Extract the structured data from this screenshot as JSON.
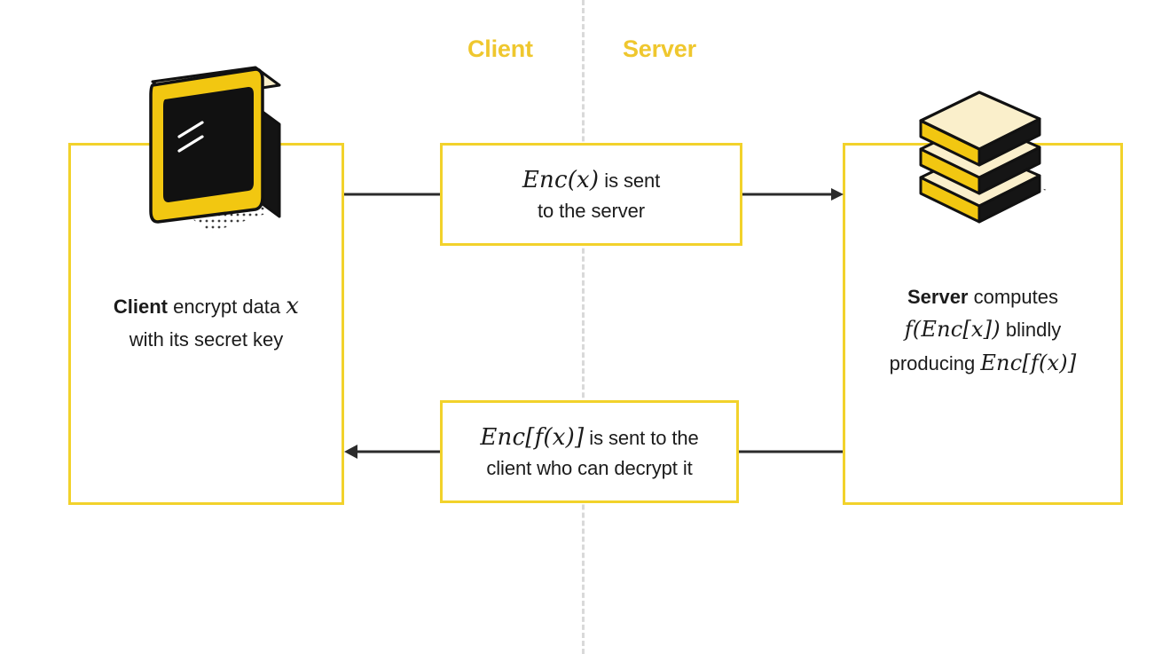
{
  "diagram": {
    "title": "Homomorphic encryption client-server flow",
    "background": "#ffffff",
    "accent_yellow": "#F2D22B",
    "header_yellow": "#EFC72E",
    "arrow_color": "#2b2b2b",
    "divider_color": "#d9d9d9"
  },
  "headers": {
    "client": "Client",
    "server": "Server"
  },
  "client_panel": {
    "icon": "desktop-monitor-icon",
    "line1_bold": "Client",
    "line1_rest": " encrypt data ",
    "line1_math": "x",
    "line2": "with its secret key"
  },
  "server_panel": {
    "icon": "server-stack-icon",
    "line1_bold": "Server",
    "line1_rest": " computes",
    "line2_math": "f(Enc[x])",
    "line2_rest": " blindly",
    "line3_rest": "producing ",
    "line3_math": "Enc[f(x)]"
  },
  "messages": {
    "top": {
      "line1_math": "Enc(x)",
      "line1_rest": "  is sent",
      "line2": "to the server",
      "direction": "client-to-server"
    },
    "bottom": {
      "line1_math": "Enc[f(x)]",
      "line1_rest": " is sent to the",
      "line2": "client who can decrypt it",
      "direction": "server-to-client"
    }
  },
  "arrows": [
    {
      "name": "arrow-client-to-server-left",
      "from": "client-panel",
      "to": "msg-top",
      "head": "none"
    },
    {
      "name": "arrow-client-to-server-right",
      "from": "msg-top",
      "to": "server-panel",
      "head": "right"
    },
    {
      "name": "arrow-server-to-client-right",
      "from": "server-panel",
      "to": "msg-bottom",
      "head": "none"
    },
    {
      "name": "arrow-server-to-client-left",
      "from": "msg-bottom",
      "to": "client-panel",
      "head": "left"
    }
  ]
}
